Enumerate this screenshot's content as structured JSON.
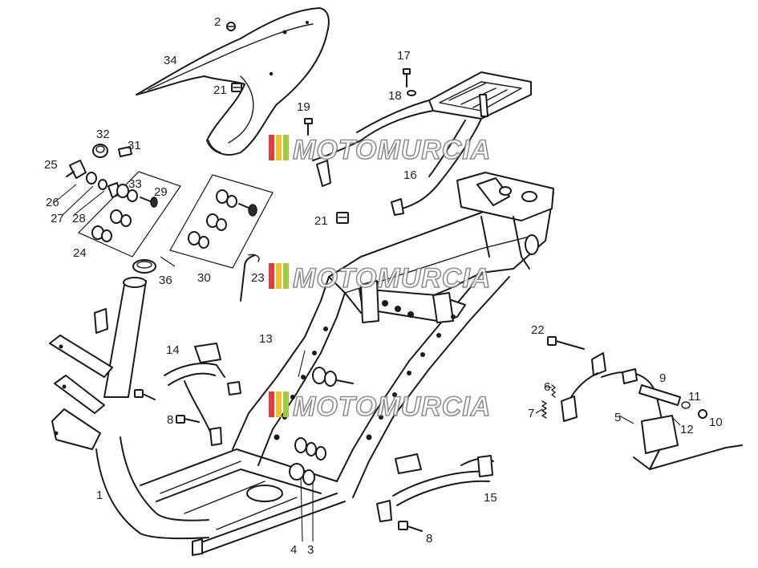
{
  "diagram": {
    "callouts": [
      "1",
      "2",
      "3",
      "4",
      "5",
      "6",
      "7",
      "8",
      "8",
      "9",
      "10",
      "11",
      "12",
      "13",
      "14",
      "15",
      "16",
      "17",
      "18",
      "19",
      "21",
      "21",
      "22",
      "23",
      "24",
      "25",
      "26",
      "27",
      "28",
      "29",
      "30",
      "31",
      "32",
      "33",
      "34",
      "36"
    ]
  },
  "watermark": {
    "text": "MOTOMURCIA",
    "stripe_colors": [
      "#e23b3b",
      "#f2c230",
      "#9ccc3c"
    ]
  }
}
